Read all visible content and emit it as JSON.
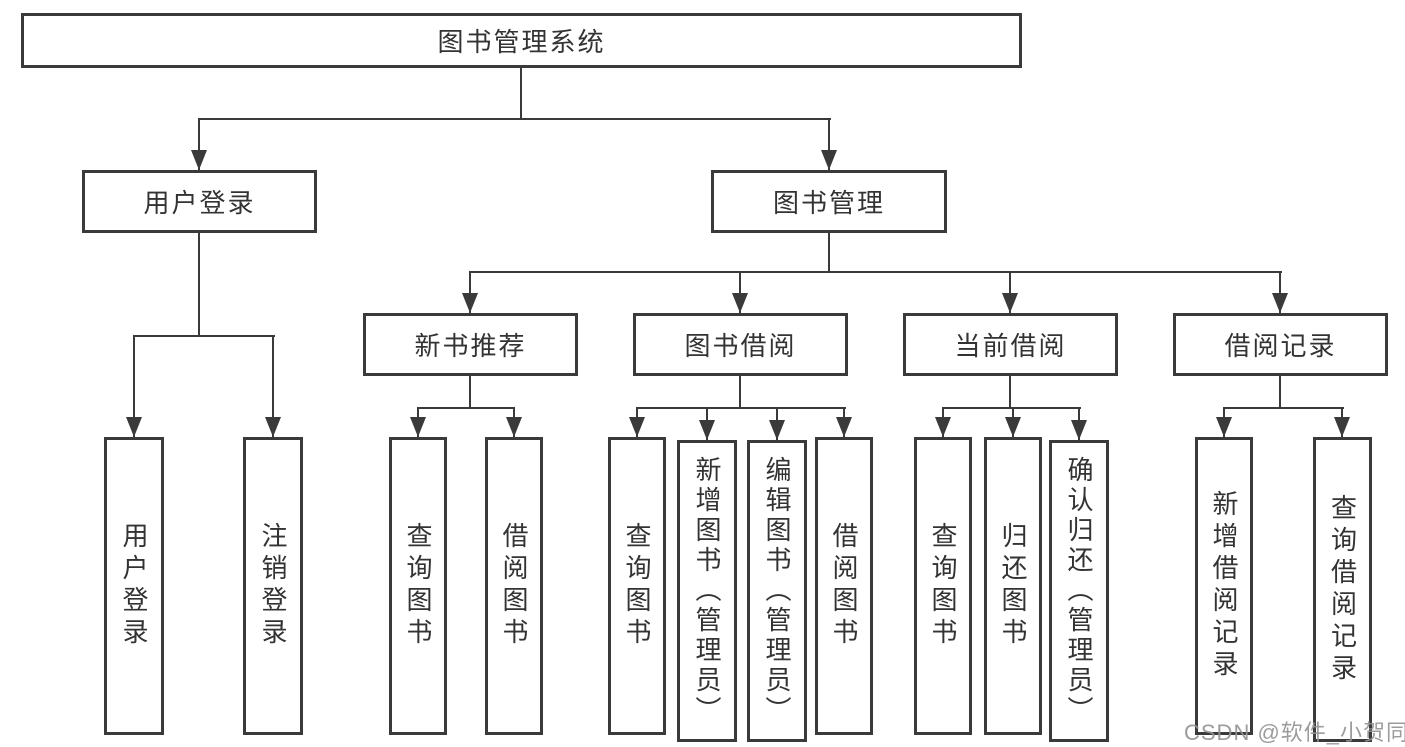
{
  "diagram": {
    "type": "hierarchy-diagram",
    "colors": {
      "background": "#ffffff",
      "line": "#3a3a3a",
      "box_border": "#3a3a3a",
      "box_fill": "#ffffff",
      "text": "#333333",
      "watermark": "#949494"
    },
    "nodes": {
      "root": "图书管理系统",
      "user_login": "用户登录",
      "book_management": "图书管理",
      "new_book_recommend": "新书推荐",
      "book_borrowing": "图书借阅",
      "current_borrowing": "当前借阅",
      "borrowing_records": "借阅记录",
      "leaf_user_login": "用户登录",
      "leaf_logout": "注销登录",
      "nb_query_books": "查询图书",
      "nb_borrow_books": "借阅图书",
      "bb_query_books": "查询图书",
      "bb_add_books_admin": "新增图书（管理员）",
      "bb_edit_books_admin": "编辑图书（管理员）",
      "bb_borrow_books": "借阅图书",
      "cb_query_books": "查询图书",
      "cb_return_books": "归还图书",
      "cb_confirm_return_admin": "确认归还（管理员）",
      "br_add_record": "新增借阅记录",
      "br_query_record": "查询借阅记录"
    },
    "watermark": "CSDN @软件_小贺同学"
  }
}
